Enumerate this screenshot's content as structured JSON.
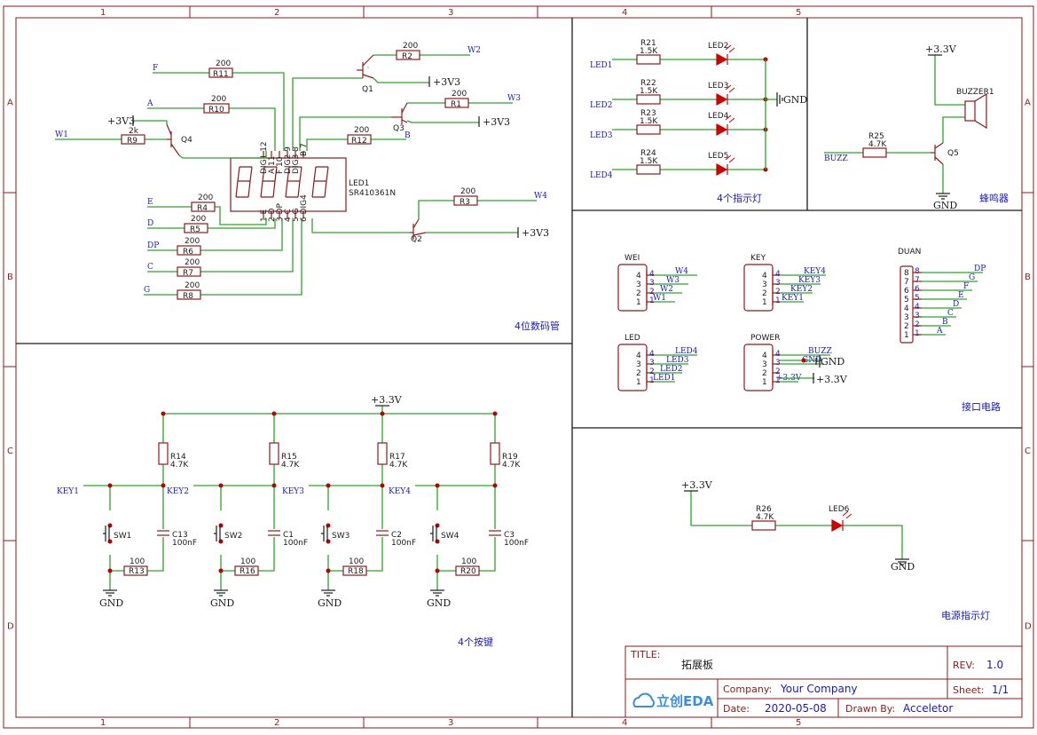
{
  "ruler": {
    "cols": [
      "1",
      "2",
      "3",
      "4",
      "5"
    ],
    "rows": [
      "A",
      "B",
      "C",
      "D"
    ]
  },
  "sections": {
    "display": "4位数码管",
    "indicators": "4个指示灯",
    "buzzer": "蜂鸣器",
    "interface": "接口电路",
    "buttons": "4个按键",
    "power_led": "电源指示灯"
  },
  "power": {
    "v33": "+3V3",
    "v33_alt": "+3.3V",
    "gnd": "GND"
  },
  "display": {
    "led_ref": "LED1",
    "led_part": "SR410361N",
    "top_pins": [
      "DIG1 12",
      "A 11",
      "F 10",
      "DIG2 9",
      "DIG3 8",
      "B 7"
    ],
    "bottom_pins": [
      "1 E",
      "2 D",
      "3 DP",
      "4 C",
      "5 G",
      "6 DIG4"
    ],
    "resistors": [
      {
        "ref": "R11",
        "value": "200",
        "net": "F"
      },
      {
        "ref": "R10",
        "value": "200",
        "net": "A"
      },
      {
        "ref": "R9",
        "value": "2k",
        "net": "W1"
      },
      {
        "ref": "R2",
        "value": "200",
        "net": "W2"
      },
      {
        "ref": "R1",
        "value": "200",
        "net": "W3"
      },
      {
        "ref": "R12",
        "value": "200",
        "net": "B"
      },
      {
        "ref": "R3",
        "value": "200",
        "net": "W4"
      },
      {
        "ref": "R4",
        "value": "200",
        "net": "E"
      },
      {
        "ref": "R5",
        "value": "200",
        "net": "D"
      },
      {
        "ref": "R6",
        "value": "200",
        "net": "DP"
      },
      {
        "ref": "R7",
        "value": "200",
        "net": "C"
      },
      {
        "ref": "R8",
        "value": "200",
        "net": "G"
      }
    ],
    "transistors": [
      "Q1",
      "Q2",
      "Q3",
      "Q4"
    ]
  },
  "indicators": [
    {
      "net": "LED1",
      "ref": "R21",
      "value": "1.5K",
      "led": "LED2"
    },
    {
      "net": "LED2",
      "ref": "R22",
      "value": "1.5K",
      "led": "LED3"
    },
    {
      "net": "LED3",
      "ref": "R23",
      "value": "1.5K",
      "led": "LED4"
    },
    {
      "net": "LED4",
      "ref": "R24",
      "value": "1.5K",
      "led": "LED5"
    }
  ],
  "buzzer": {
    "ref": "BUZZER1",
    "res": "R25",
    "value": "4.7K",
    "net": "BUZZ",
    "q": "Q5"
  },
  "connectors": [
    {
      "name": "WEI",
      "pins": [
        "4",
        "3",
        "2",
        "1"
      ],
      "nets": [
        "W4",
        "W3",
        "W2",
        "W1"
      ]
    },
    {
      "name": "KEY",
      "pins": [
        "4",
        "3",
        "2",
        "1"
      ],
      "nets": [
        "KEY4",
        "KEY3",
        "KEY2",
        "KEY1"
      ]
    },
    {
      "name": "LED",
      "pins": [
        "4",
        "3",
        "2",
        "1"
      ],
      "nets": [
        "LED4",
        "LED3",
        "LED2",
        "LED1"
      ]
    },
    {
      "name": "POWER",
      "pins": [
        "4",
        "3",
        "2",
        "1"
      ],
      "nets": [
        "BUZZ",
        "GND",
        "",
        "+3.3V"
      ]
    },
    {
      "name": "DUAN",
      "pins": [
        "8",
        "7",
        "6",
        "5",
        "4",
        "3",
        "2",
        "1"
      ],
      "nets": [
        "DP",
        "G",
        "F",
        "E",
        "D",
        "C",
        "B",
        "A"
      ]
    }
  ],
  "keys": [
    {
      "net": "KEY1",
      "pull": "R14",
      "pull_val": "4.7K",
      "sw": "SW1",
      "cap": "C13",
      "cap_val": "100nF",
      "res": "R13",
      "res_val": "100"
    },
    {
      "net": "KEY2",
      "pull": "R15",
      "pull_val": "4.7K",
      "sw": "SW2",
      "cap": "C1",
      "cap_val": "100nF",
      "res": "R16",
      "res_val": "100"
    },
    {
      "net": "KEY3",
      "pull": "R17",
      "pull_val": "4.7K",
      "sw": "SW3",
      "cap": "C2",
      "cap_val": "100nF",
      "res": "R18",
      "res_val": "100"
    },
    {
      "net": "KEY4",
      "pull": "R19",
      "pull_val": "4.7K",
      "sw": "SW4",
      "cap": "C3",
      "cap_val": "100nF",
      "res": "R20",
      "res_val": "100"
    }
  ],
  "power_led": {
    "ref": "R26",
    "value": "4.7K",
    "led": "LED6"
  },
  "title_block": {
    "title_label": "TITLE:",
    "title": "拓展板",
    "rev_label": "REV:",
    "rev": "1.0",
    "company_label": "Company:",
    "company": "Your Company",
    "sheet_label": "Sheet:",
    "sheet": "1/1",
    "date_label": "Date:",
    "date": "2020-05-08",
    "drawn_label": "Drawn By:",
    "drawn": "Acceletor",
    "logo": "立创EDA"
  }
}
